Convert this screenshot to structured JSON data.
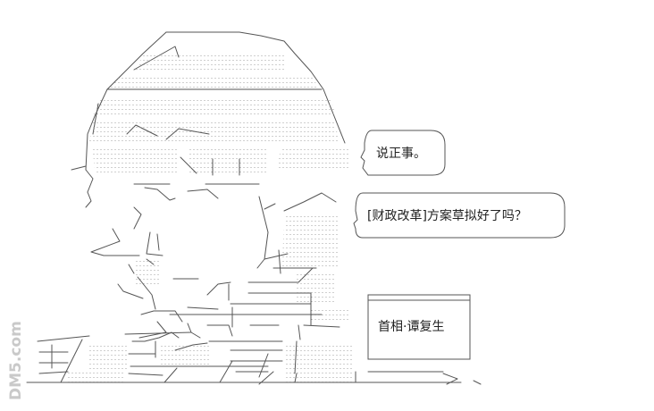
{
  "speech_bubbles": [
    {
      "text": "说正事。"
    },
    {
      "text": "[财政改革]方案草拟好了吗？"
    }
  ],
  "caption": {
    "text": "首相·谭复生"
  },
  "watermark": {
    "text": "DM5.com"
  },
  "colors": {
    "ink": "#222222",
    "line": "#555555",
    "dots": "#8a8a8a",
    "watermark": "#c9c9c9",
    "background": "#ffffff"
  }
}
